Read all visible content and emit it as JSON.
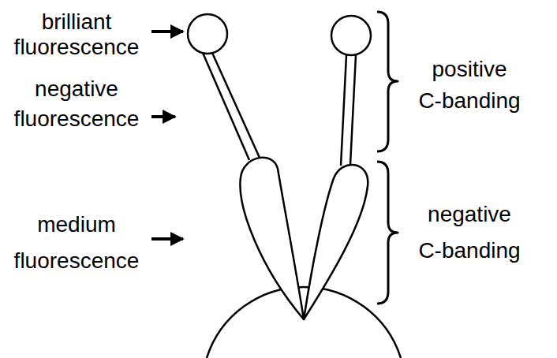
{
  "diagram": {
    "labels": [
      "brilliant fluorescence",
      "negative fluorescence",
      "medium fluorescence",
      "positive C-banding",
      "negative C-banding"
    ]
  }
}
